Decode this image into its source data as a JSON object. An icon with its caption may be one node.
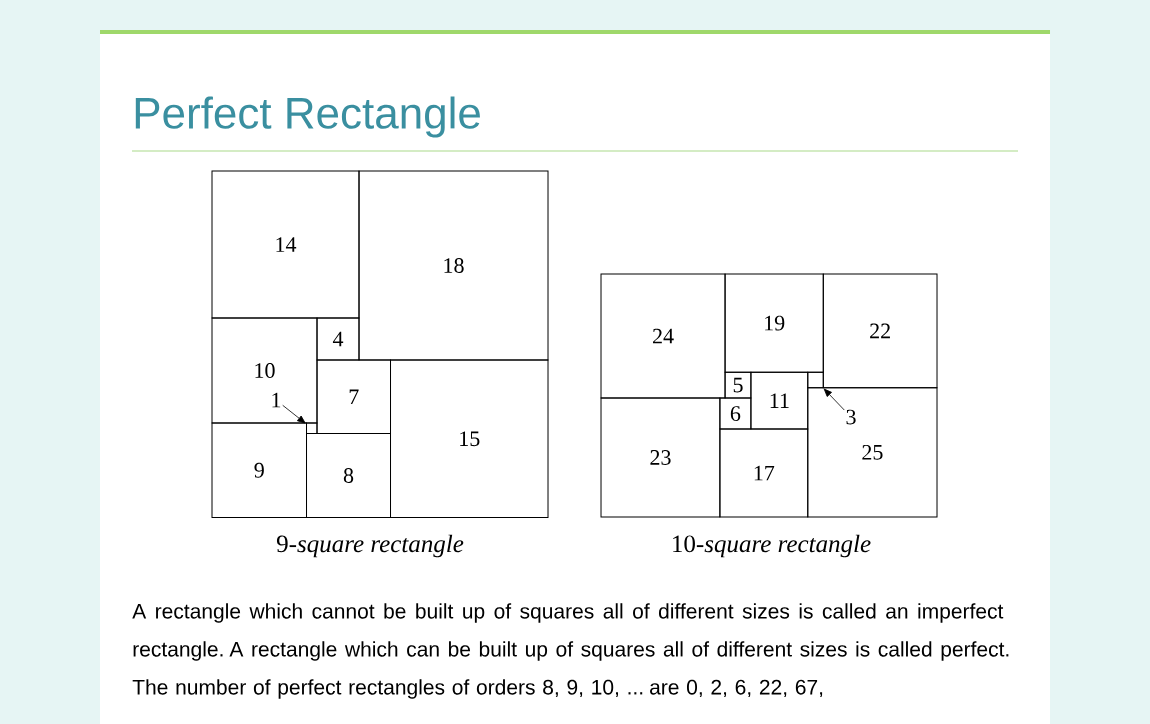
{
  "diagram": {
    "title": "Perfect Rectangle",
    "nodes": [
      {
        "text": [
          "14"
        ]
      },
      {
        "text": [
          "18"
        ]
      },
      {
        "text": [
          "10"
        ]
      },
      {
        "text": [
          "4"
        ]
      },
      {
        "text": [
          "7"
        ]
      },
      {
        "text": [
          "1"
        ],
        "in": 2
      },
      {
        "text": [],
        "shape": "box"
      },
      {
        "text": [
          "15"
        ]
      },
      {
        "text": [
          "9"
        ]
      },
      {
        "text": [
          "8"
        ]
      },
      {
        "text": [
          "24"
        ]
      },
      {
        "text": [
          "19"
        ]
      },
      {
        "text": [
          "22"
        ]
      },
      {
        "text": [
          "5"
        ]
      },
      {
        "text": [
          "11"
        ]
      },
      {
        "text": [],
        "shape": "box"
      },
      {
        "text": [
          "6"
        ]
      },
      {
        "text": [
          "3"
        ],
        "in": 19
      },
      {
        "text": [
          "23"
        ]
      },
      {
        "text": [
          "25"
        ]
      },
      {
        "text": [
          "17"
        ]
      }
    ],
    "edges": [
      {
        "from": 5,
        "to": 6,
        "arrow": "to"
      },
      {
        "from": 17,
        "to": 15,
        "arrow": "to"
      }
    ],
    "labels": [
      "9-*square rectangle*",
      "10-*square rectangle*",
      "A rectangle which cannot be built up of squares all of different sizes is called an imperfect rectangle. A rectangle which can be built up of squares all of different sizes is called perfect. The number of perfect rectangles of orders 8, 9, 10, ... are 0, 2, 6, 22, 67,"
    ]
  }
}
